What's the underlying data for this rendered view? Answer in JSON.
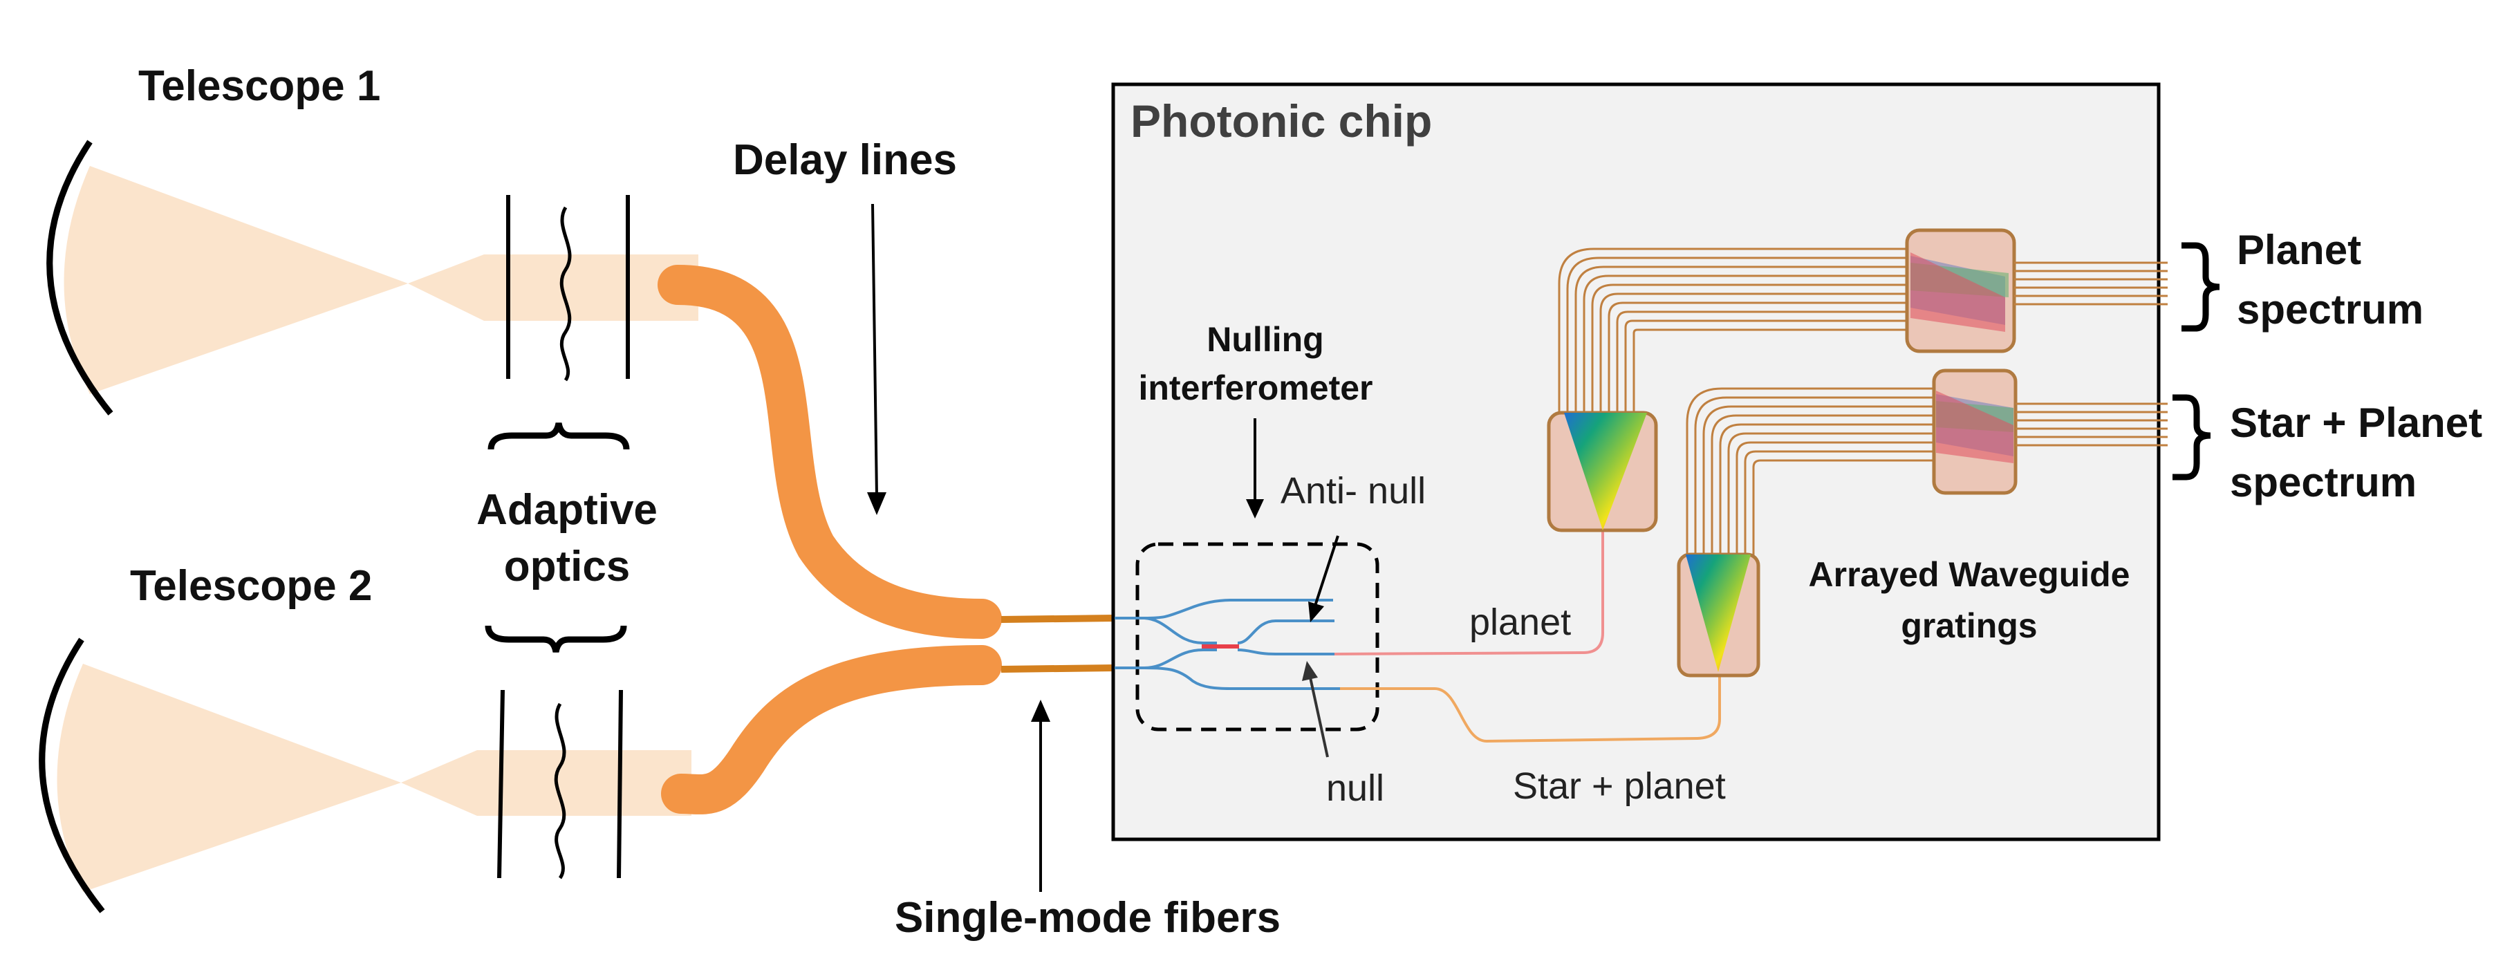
{
  "labels": {
    "telescope1": "Telescope 1",
    "telescope2": "Telescope 2",
    "adaptive_line1": "Adaptive",
    "adaptive_line2": "optics",
    "delay_lines": "Delay lines",
    "single_mode": "Single-mode fibers",
    "photonic_chip": "Photonic chip",
    "nulling_line1": "Nulling",
    "nulling_line2": "interferometer",
    "anti_null": "Anti- null",
    "null": "null",
    "planet": "planet",
    "star_planet": "Star + planet",
    "awg_line1": "Arrayed Waveguide",
    "awg_line2": "gratings",
    "planet_spec_line1": "Planet",
    "planet_spec_line2": "spectrum",
    "sp_spec_line1": "Star + Planet",
    "sp_spec_line2": "spectrum"
  },
  "colors": {
    "light_beam": "#FBE4CC",
    "fiber_orange": "#F39545",
    "chip_bg": "#F2F2F2",
    "waveguide_blue": "#4A90C8",
    "coupler_red": "#E8404A",
    "awg_line": "#C08040",
    "awg_box": "#EBC6B7",
    "planet_line": "#F09090",
    "star_line": "#F0A860"
  }
}
